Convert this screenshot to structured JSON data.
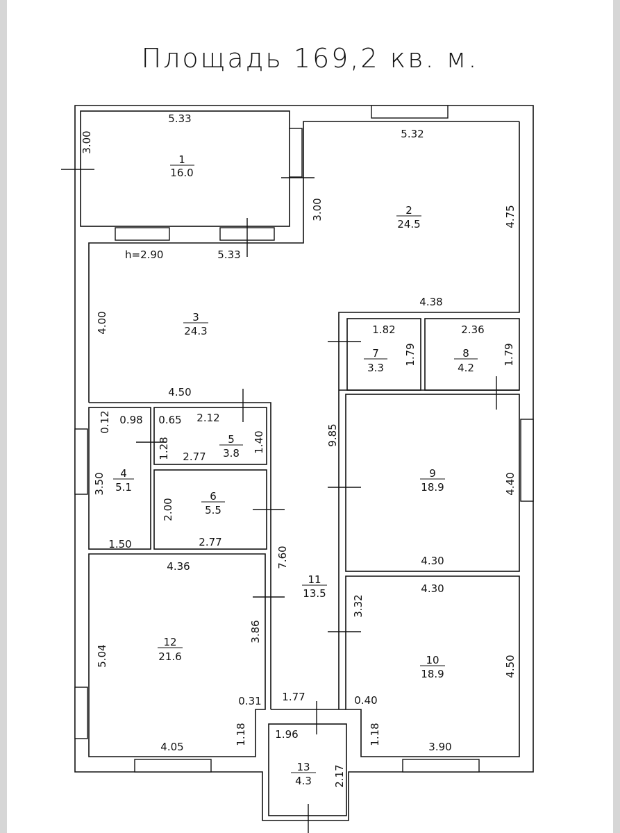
{
  "title": "Площадь 169,2 кв. м.",
  "ceiling_height": "h=2.90",
  "rooms": [
    {
      "number": "1",
      "area": "16.0"
    },
    {
      "number": "2",
      "area": "24.5"
    },
    {
      "number": "3",
      "area": "24.3"
    },
    {
      "number": "4",
      "area": "5.1"
    },
    {
      "number": "5",
      "area": "3.8"
    },
    {
      "number": "6",
      "area": "5.5"
    },
    {
      "number": "7",
      "area": "3.3"
    },
    {
      "number": "8",
      "area": "4.2"
    },
    {
      "number": "9",
      "area": "18.9"
    },
    {
      "number": "10",
      "area": "18.9"
    },
    {
      "number": "11",
      "area": "13.5"
    },
    {
      "number": "12",
      "area": "21.6"
    },
    {
      "number": "13",
      "area": "4.3"
    }
  ],
  "dimensions": [
    "5.33",
    "3.00",
    "5.32",
    "3.00",
    "4.75",
    "5.33",
    "4.00",
    "4.38",
    "1.82",
    "1.79",
    "2.36",
    "1.79",
    "4.50",
    "0.12",
    "0.98",
    "0.65",
    "2.12",
    "1.28",
    "1.40",
    "2.77",
    "9.85",
    "3.50",
    "1.50",
    "2.00",
    "2.77",
    "4.40",
    "4.30",
    "7.60",
    "4.36",
    "4.30",
    "3.32",
    "3.86",
    "5.04",
    "4.50",
    "0.31",
    "1.77",
    "0.40",
    "1.18",
    "1.96",
    "1.18",
    "4.05",
    "3.90",
    "2.17"
  ]
}
